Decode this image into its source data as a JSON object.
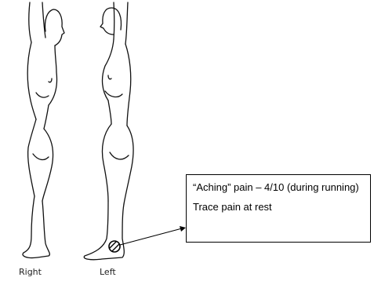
{
  "figure": {
    "views": [
      {
        "label": "Right"
      },
      {
        "label": "Left"
      }
    ],
    "pain_marker": {
      "icon": "hatched-circle-icon",
      "color": "#000000"
    }
  },
  "callout": {
    "line1": "“Aching” pain – 4/10 (during running)",
    "line2": "Trace pain at rest"
  }
}
